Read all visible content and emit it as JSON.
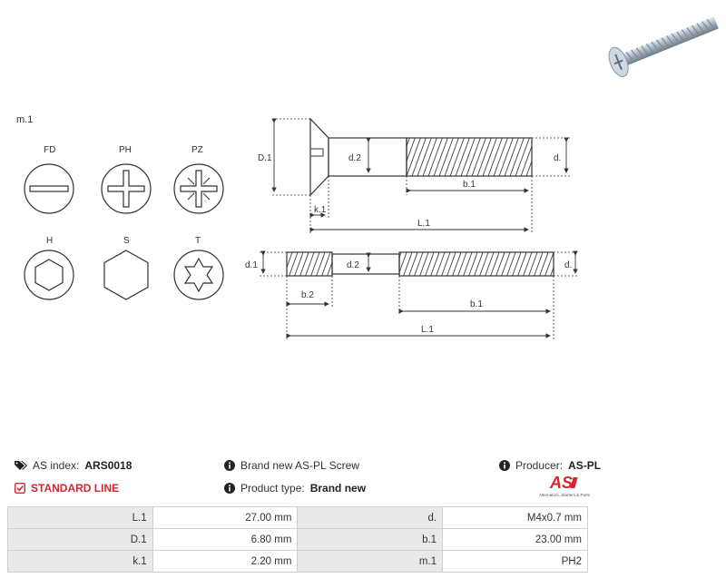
{
  "drawing": {
    "section_label": "m.1",
    "head_types": [
      {
        "label": "FD",
        "icon": "flat-slot-icon"
      },
      {
        "label": "PH",
        "icon": "phillips-cross-icon"
      },
      {
        "label": "PZ",
        "icon": "pozidriv-cross-icon"
      },
      {
        "label": "H",
        "icon": "hex-socket-icon"
      },
      {
        "label": "S",
        "icon": "hexagon-head-icon"
      },
      {
        "label": "T",
        "icon": "torx-star-icon"
      }
    ],
    "screw_dims": {
      "D1": "D.1",
      "d2": "d.2",
      "d": "d.",
      "b1": "b.1",
      "k1": "k.1",
      "L1": "L.1"
    },
    "stud_dims": {
      "d1": "d.1",
      "d2": "d.2",
      "d": "d.",
      "b2": "b.2",
      "b1": "b.1",
      "L1": "L.1"
    }
  },
  "info": {
    "as_index_label": "AS index:",
    "as_index_value": "ARS0018",
    "standard_line": "STANDARD LINE",
    "description": "Brand new AS-PL Screw",
    "product_type_label": "Product type:",
    "product_type_value": "Brand new",
    "producer_label": "Producer:",
    "producer_value": "AS-PL",
    "logo_text": "AS",
    "logo_tagline": "Alternators, Starters & Parts"
  },
  "colors": {
    "accent": "#d7262b",
    "line": "#333333",
    "table_key_bg": "#e9e9e9"
  },
  "specs": [
    [
      {
        "k": "L.1",
        "v": "27.00 mm"
      },
      {
        "k": "d.",
        "v": "M4x0.7 mm"
      }
    ],
    [
      {
        "k": "D.1",
        "v": "6.80 mm"
      },
      {
        "k": "b.1",
        "v": "23.00 mm"
      }
    ],
    [
      {
        "k": "k.1",
        "v": "2.20 mm"
      },
      {
        "k": "m.1",
        "v": "PH2"
      }
    ]
  ]
}
